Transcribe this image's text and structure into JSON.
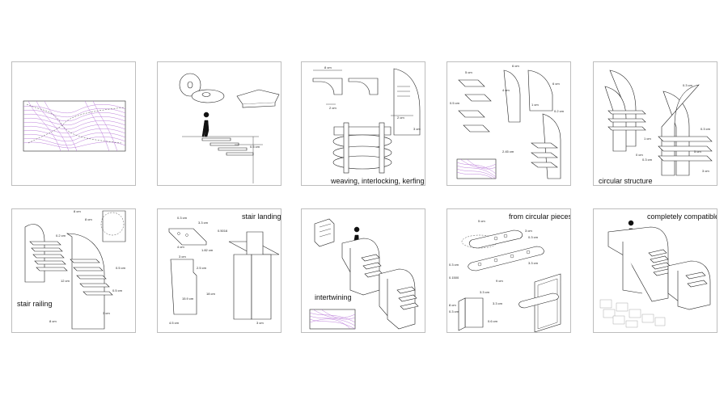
{
  "panels": [
    {
      "id": "p1",
      "caption": "",
      "dims": []
    },
    {
      "id": "p2",
      "caption": "",
      "dims": [
        "0.5 cm"
      ]
    },
    {
      "id": "p3",
      "caption": "weaving, interlocking, kerfing",
      "dims": [
        "8 cm",
        "2 cm",
        "2 cm",
        "3 cm"
      ]
    },
    {
      "id": "p4",
      "caption": "",
      "dims": [
        "5 cm",
        "6 cm",
        "4 cm",
        "6 cm",
        "1 cm",
        "0.5 cm",
        "0.2 cm",
        "2.45 cm"
      ]
    },
    {
      "id": "p5",
      "caption": "circular structure",
      "dims": [
        "0.3 cm",
        "0.3 cm",
        "1 cm",
        "5 cm",
        "0 cm",
        "0.3 cm",
        "3 cm"
      ]
    },
    {
      "id": "p6",
      "caption": "stair railing",
      "dims": [
        "8 cm",
        "8 cm",
        "0.2 cm",
        "0.5 cm",
        "12 cm",
        "0.5 cm",
        "3 cm",
        "8 cm"
      ]
    },
    {
      "id": "p7",
      "caption": "stair landing",
      "dims": [
        "0.3 cm",
        "3.3 cm",
        "4 cm",
        "0.5016",
        "1.82 cm",
        "3 cm",
        "2.5 cm",
        "18 cm",
        "15.9 cm",
        "4.5 cm",
        "3 cm"
      ]
    },
    {
      "id": "p8",
      "caption": "intertwining",
      "dims": []
    },
    {
      "id": "p9",
      "caption": "from circular pieces",
      "dims": [
        "5 cm",
        "3 cm",
        "0.3 cm",
        "0.3 cm",
        "3.3 cm",
        "0.1500",
        "9 cm",
        "3.3 cm",
        "3.3 cm",
        "8 cm",
        "0.3 cm",
        "0.6 cm"
      ]
    },
    {
      "id": "p10",
      "caption": "completely compatible",
      "dims": []
    }
  ],
  "colors": {
    "accent": "#8a3fb5",
    "line": "#222222",
    "border": "#bdbdbd",
    "pattern": "#b46fd6"
  }
}
